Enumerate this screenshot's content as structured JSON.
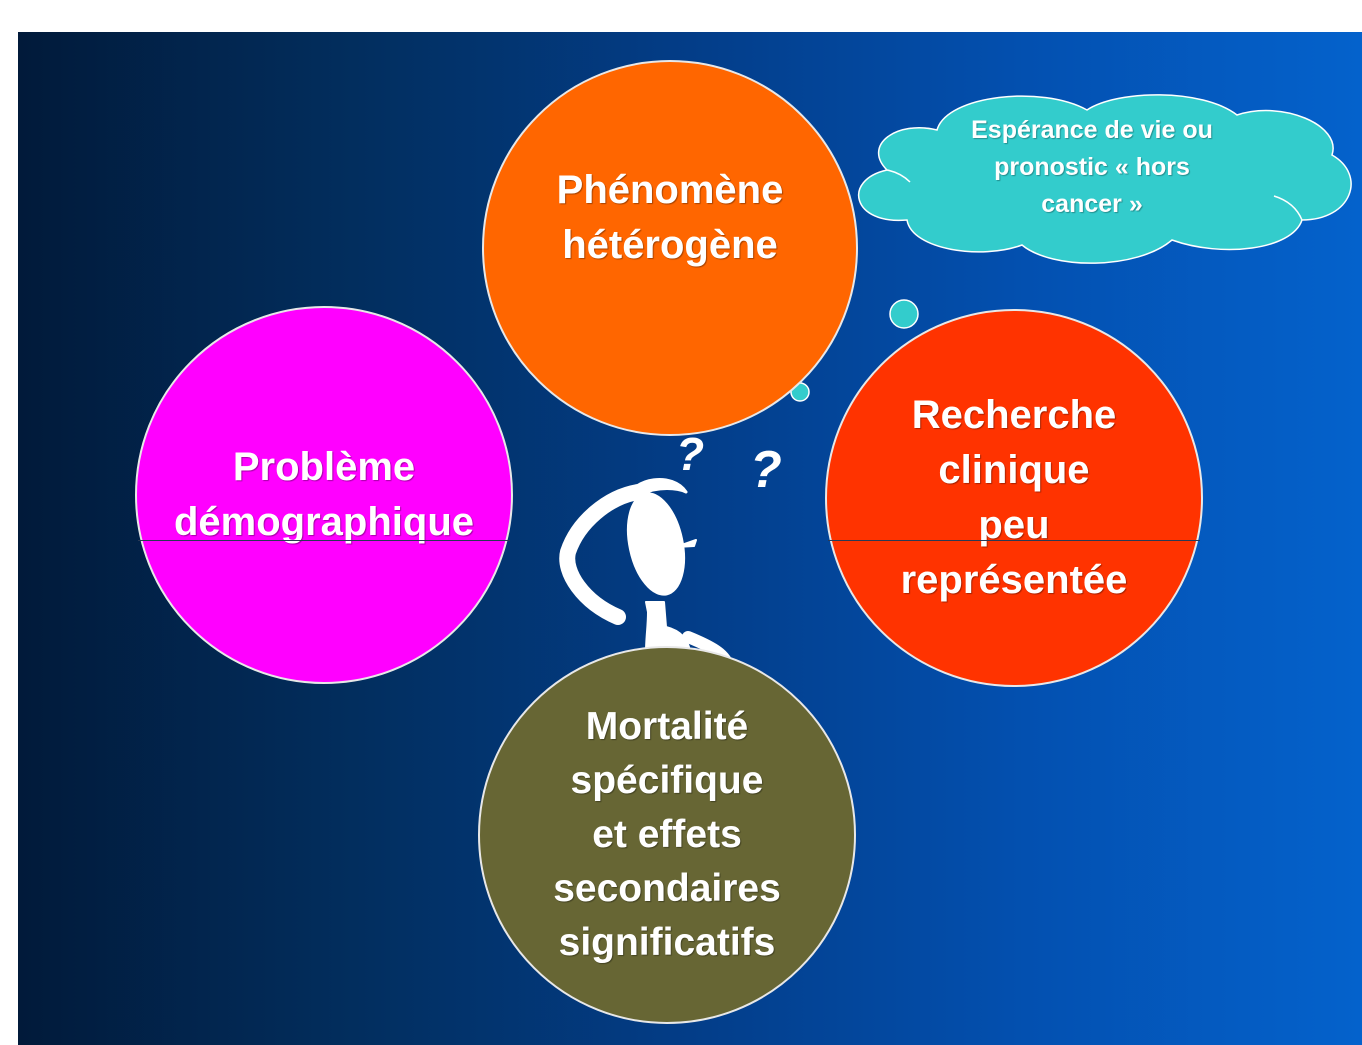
{
  "slide": {
    "background_from": "#011a3a",
    "background_to": "#0462cc"
  },
  "circles": {
    "phenomene": {
      "label": "Phénomène\nhétérogène",
      "color": "#ff6600"
    },
    "probleme": {
      "label": "Problème\ndémographique",
      "color": "#ff00ff"
    },
    "recherche": {
      "label": "Recherche\nclinique\npeu\nreprésentée",
      "color": "#ff3300"
    },
    "mortalite": {
      "label": "Mortalité\nspécifique\net effets\nsecondaires\nsignificatifs",
      "color": "#676634"
    }
  },
  "cloud": {
    "label": "Espérance de vie ou\npronostic « hors\ncancer »",
    "color": "#33cccc"
  },
  "thinker": {
    "question_small": "?",
    "question_large": "?",
    "figure_color": "#ffffff"
  }
}
